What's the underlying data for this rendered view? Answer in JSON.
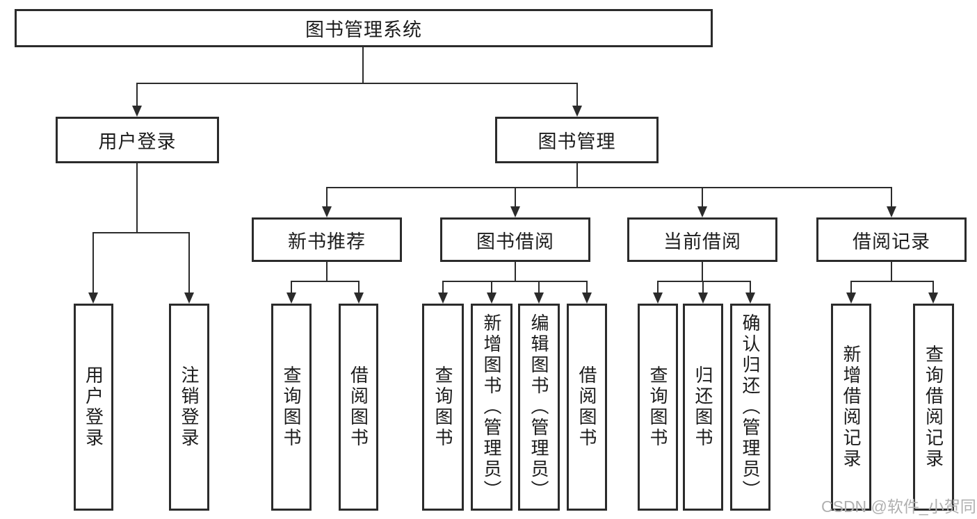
{
  "diagram": {
    "root": {
      "label": "图书管理系统"
    },
    "user_login": {
      "label": "用户登录",
      "children": [
        {
          "label": "用户登录"
        },
        {
          "label": "注销登录"
        }
      ]
    },
    "book_mgmt": {
      "label": "图书管理",
      "children": [
        {
          "label": "新书推荐",
          "children": [
            {
              "label": "查询图书"
            },
            {
              "label": "借阅图书"
            }
          ]
        },
        {
          "label": "图书借阅",
          "children": [
            {
              "label": "查询图书"
            },
            {
              "label": "新增图书（管理员）"
            },
            {
              "label": "编辑图书（管理员）"
            },
            {
              "label": "借阅图书"
            }
          ]
        },
        {
          "label": "当前借阅",
          "children": [
            {
              "label": "查询图书"
            },
            {
              "label": "归还图书"
            },
            {
              "label": "确认归还（管理员）"
            }
          ]
        },
        {
          "label": "借阅记录",
          "children": [
            {
              "label": "新增借阅记录"
            },
            {
              "label": "查询借阅记录"
            }
          ]
        }
      ]
    }
  },
  "watermark": {
    "text": "CSDN @软件_小贺同学"
  },
  "colors": {
    "line": "#2b2b2b",
    "border": "#2b2b2b",
    "text": "#1c1c1c",
    "watermark": "#b0b0b0",
    "background": "#ffffff"
  }
}
